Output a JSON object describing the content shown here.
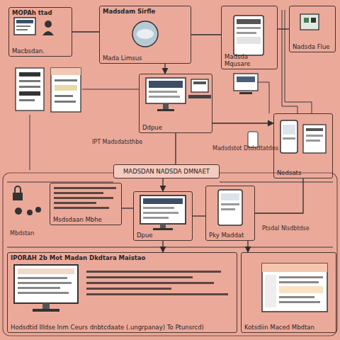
{
  "diagram": {
    "nodes": [
      {
        "text": [
          "MOPAh ttad",
          "Macbsdan."
        ]
      },
      {
        "text": [
          "Madsdam Sirfle",
          "Mada Limsus"
        ]
      },
      {
        "text": [
          "Madsda Mqusare"
        ]
      },
      {
        "text": [
          "Nadsda Flue"
        ]
      },
      {
        "text": [
          "Ddpue"
        ]
      },
      {
        "text": [
          "Nedsats"
        ]
      },
      {
        "text": [
          "MADSDAN NADSDA DMNAET"
        ]
      },
      {
        "text": [
          "Msdsdaan Mbhe"
        ]
      },
      {
        "text": [
          "Dpue"
        ]
      },
      {
        "text": [
          "Pky Maddat"
        ]
      },
      {
        "text": [
          "IPORAH 2b Mot Madan Dkdtara Maistao",
          "Hodsdtid Illdse Inm Ceurs dnbtcdaate (.ungrpanay) To Ptunsrcd)"
        ]
      },
      {
        "text": [
          "Kotsdiin Maced Mbdtan"
        ]
      }
    ],
    "edges": [
      {
        "from": 0,
        "to": 1,
        "arrow": "none"
      },
      {
        "from": 1,
        "to": 2,
        "arrow": "none"
      },
      {
        "from": 2,
        "to": 3,
        "arrow": "none"
      },
      {
        "from": 1,
        "to": 4,
        "arrow": "to"
      },
      {
        "from": 4,
        "to": 5,
        "arrow": "to"
      },
      {
        "from": 4,
        "to": 6,
        "arrow": "none"
      },
      {
        "from": 6,
        "to": 8,
        "arrow": "to"
      },
      {
        "from": 7,
        "to": 8,
        "arrow": "none"
      },
      {
        "from": 8,
        "to": 9,
        "arrow": "none"
      },
      {
        "from": 5,
        "to": 9,
        "arrow": "none"
      },
      {
        "from": 8,
        "to": 10,
        "arrow": "to"
      },
      {
        "from": 9,
        "to": 11,
        "arrow": "to"
      }
    ],
    "labels": [
      "IPT Madsdatsthbe",
      "Madsdstot Dtdsdtatdns",
      "Ptsdal Nlsdbtdse",
      "Mbdstan"
    ]
  }
}
